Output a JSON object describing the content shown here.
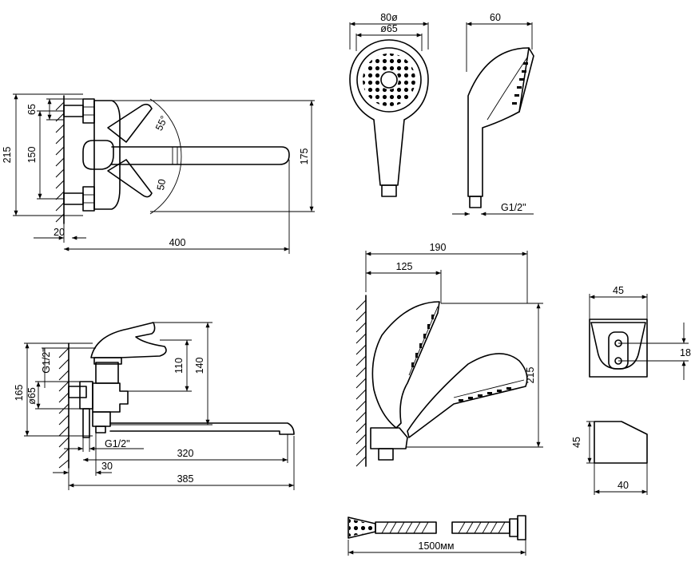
{
  "top_faucet": {
    "dim_65": "65",
    "dim_215": "215",
    "dim_150": "150",
    "dim_55": "55°",
    "dim_50": "50",
    "dim_175": "175",
    "dim_20": "20",
    "dim_400": "400"
  },
  "shower_head_front": {
    "dim_80": "80ø",
    "dim_65": "ø65"
  },
  "shower_head_side": {
    "dim_60": "60",
    "thread": "G1/2\""
  },
  "holder_assembly": {
    "dim_190": "190",
    "dim_125": "125",
    "dim_215": "215"
  },
  "bracket_front": {
    "dim_45": "45",
    "dim_18": "18"
  },
  "bracket_side": {
    "dim_45": "45",
    "dim_40": "40"
  },
  "side_faucet": {
    "thread_top": "G1/2\"",
    "dim_110": "110",
    "dim_140": "140",
    "dim_165": "165",
    "dim_65": "ø65",
    "thread_bottom": "G1/2\"",
    "dim_320": "320",
    "dim_30": "30",
    "dim_385": "385"
  },
  "hose": {
    "length": "1500мм"
  }
}
